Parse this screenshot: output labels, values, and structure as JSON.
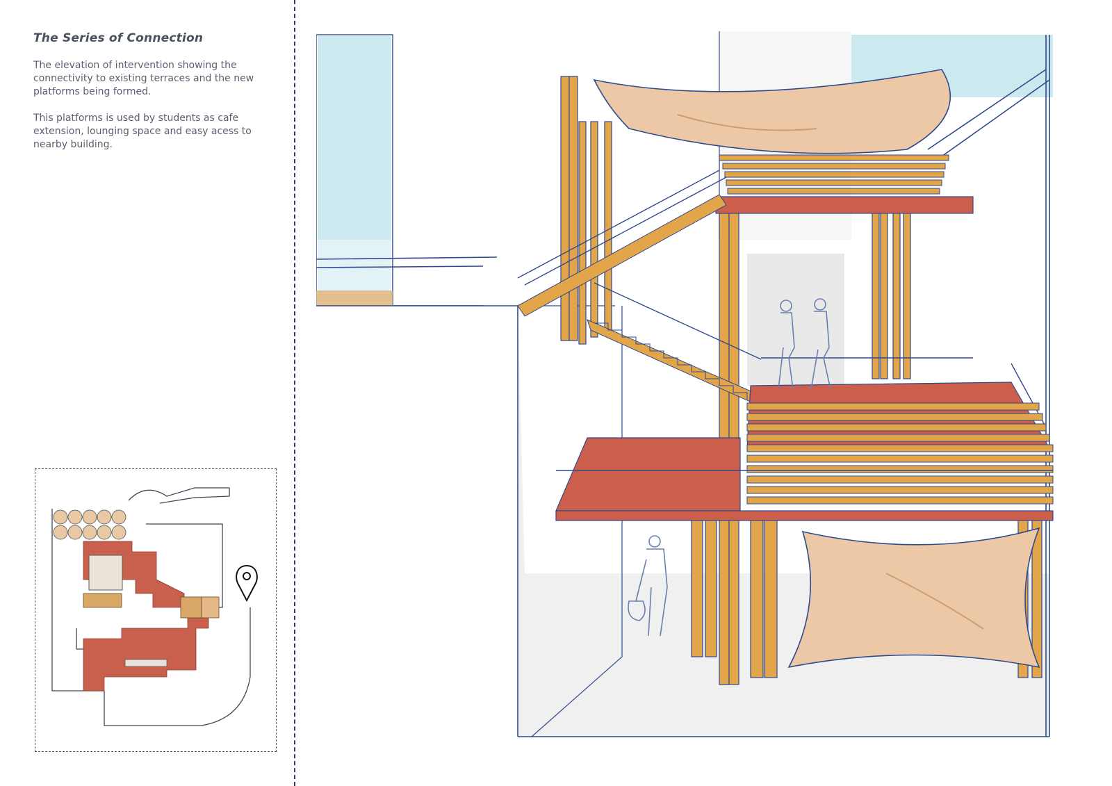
{
  "heading": "The Series of Connection",
  "paragraphs": [
    "The elevation of intervention showing the connectivity to existing terraces and the new platforms being formed.",
    "This platforms is used by students as cafe extension, lounging space and easy acess to nearby building."
  ],
  "colors": {
    "timber": "#e3a549",
    "timber_dark": "#c98a2e",
    "platform_red": "#cc5e4c",
    "canopy": "#ecc8a6",
    "outline_blue": "#2f4a8c",
    "sky_water": "#bfe3ec",
    "divider": "#2c3a6e"
  },
  "icons": {
    "location_pin": "map-pin-icon"
  }
}
